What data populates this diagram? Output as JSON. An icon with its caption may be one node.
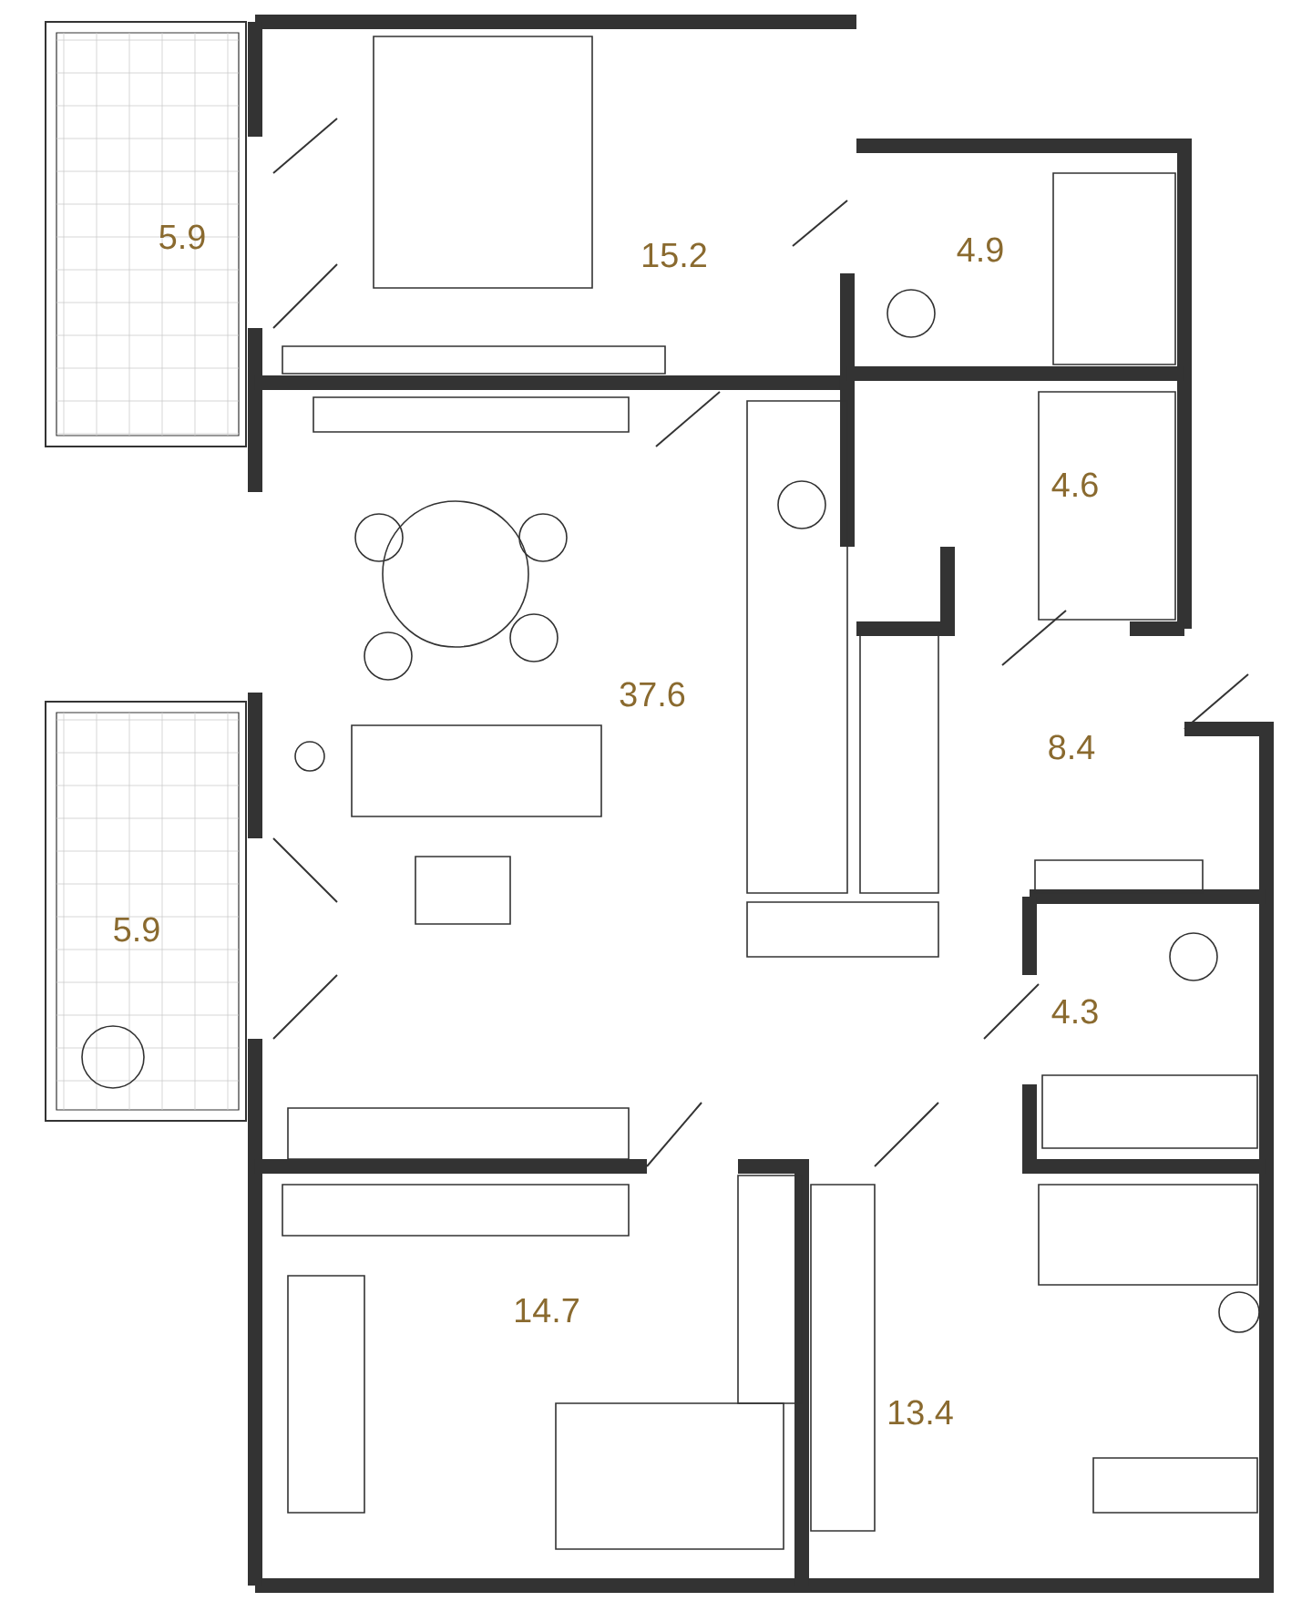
{
  "diagram": {
    "labels": [
      "5.9",
      "15.2",
      "4.9",
      "4.6",
      "37.6",
      "8.4",
      "5.9",
      "4.3",
      "14.7",
      "13.4"
    ]
  }
}
